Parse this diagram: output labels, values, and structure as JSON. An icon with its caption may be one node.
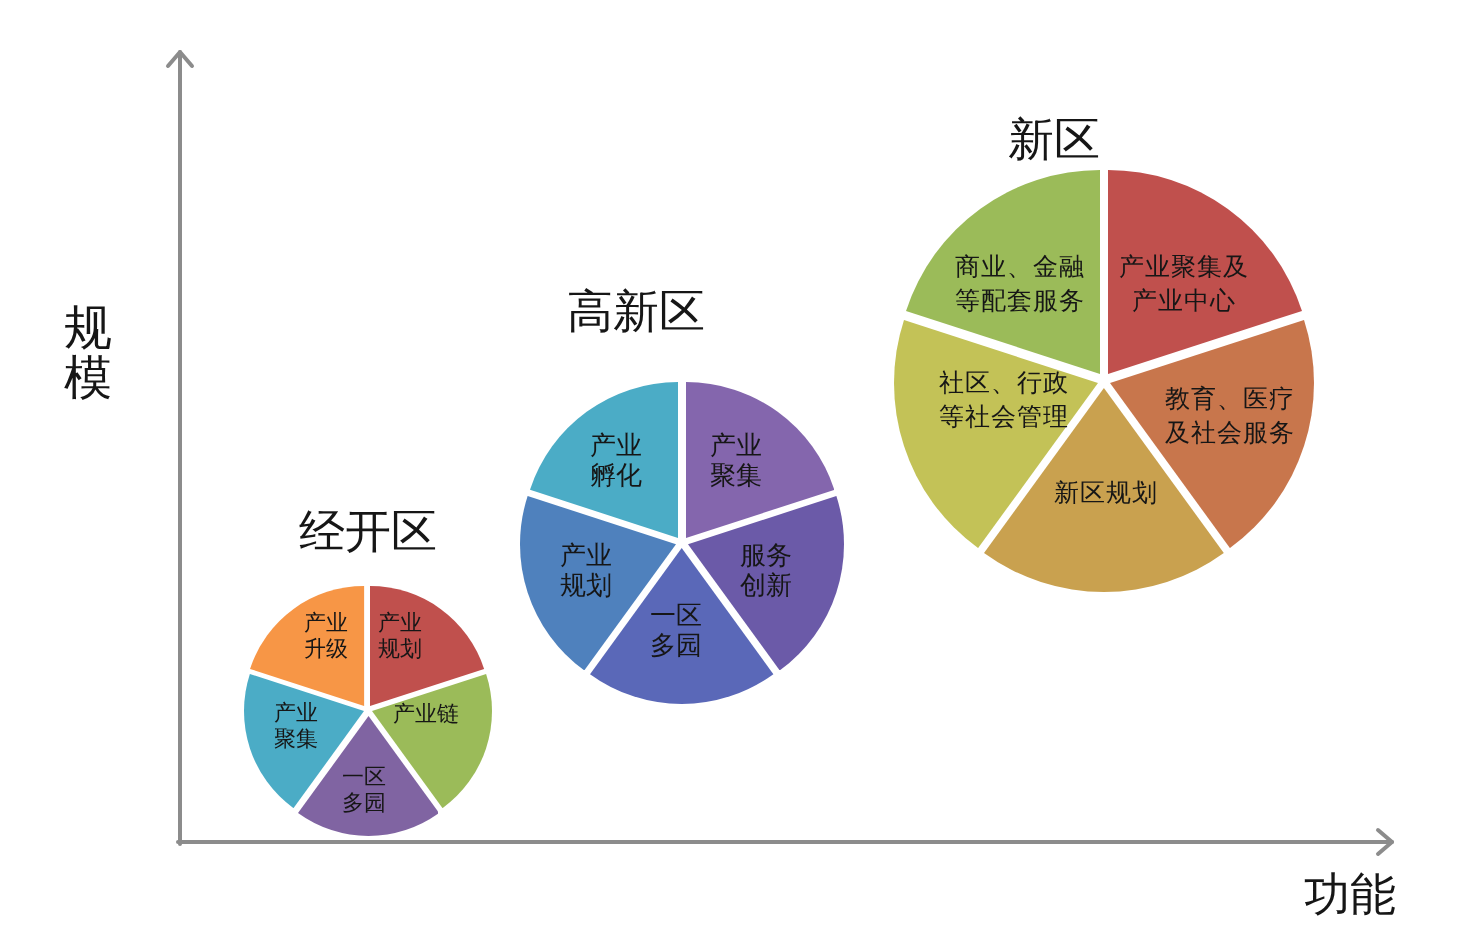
{
  "diagram": {
    "nodes": [
      {
        "text": [
          "经开区"
        ]
      },
      {
        "text": [
          "产业规划"
        ],
        "in": 0
      },
      {
        "text": [
          "产业链"
        ],
        "in": 0
      },
      {
        "text": [
          "一区多园"
        ],
        "in": 0
      },
      {
        "text": [
          "产业聚集"
        ],
        "in": 0
      },
      {
        "text": [
          "产业升级"
        ],
        "in": 0
      },
      {
        "text": [
          "高新区"
        ]
      },
      {
        "text": [
          "产业聚集"
        ],
        "in": 6
      },
      {
        "text": [
          "服务创新"
        ],
        "in": 6
      },
      {
        "text": [
          "一区多园"
        ],
        "in": 6
      },
      {
        "text": [
          "产业规划"
        ],
        "in": 6
      },
      {
        "text": [
          "产业孵化"
        ],
        "in": 6
      },
      {
        "text": [
          "新区"
        ]
      },
      {
        "text": [
          "产业聚集及产业中心"
        ],
        "in": 12
      },
      {
        "text": [
          "教育、医疗及社会服务"
        ],
        "in": 12
      },
      {
        "text": [
          "新区规划"
        ],
        "in": 12
      },
      {
        "text": [
          "社区、行政等社会管理"
        ],
        "in": 12
      },
      {
        "text": [
          "商业、金融等配套服务"
        ],
        "in": 12
      }
    ],
    "labels": [
      "规模",
      "功能"
    ]
  }
}
